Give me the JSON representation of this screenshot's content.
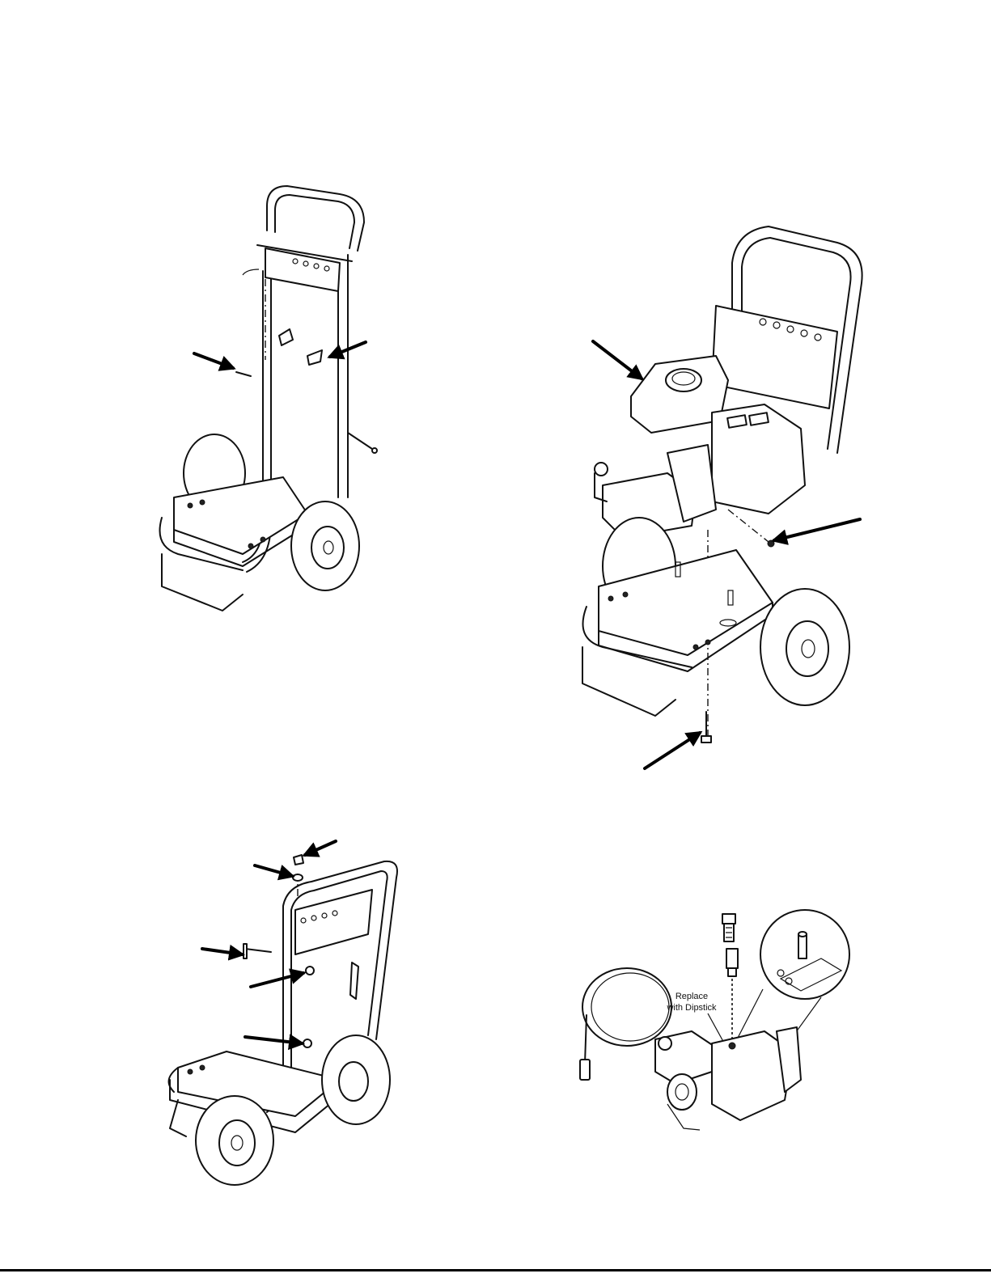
{
  "figures": [
    {
      "id": "cart-frame-assembly",
      "callouts": []
    },
    {
      "id": "engine-mount-assembly",
      "callouts": []
    },
    {
      "id": "handle-accessory-assembly",
      "callouts": []
    },
    {
      "id": "pump-dipstick-detail",
      "callouts": [
        "Replace",
        "with Dipstick"
      ]
    }
  ],
  "colors": {
    "line": "#111111",
    "background": "#ffffff",
    "arrow": "#000000"
  }
}
